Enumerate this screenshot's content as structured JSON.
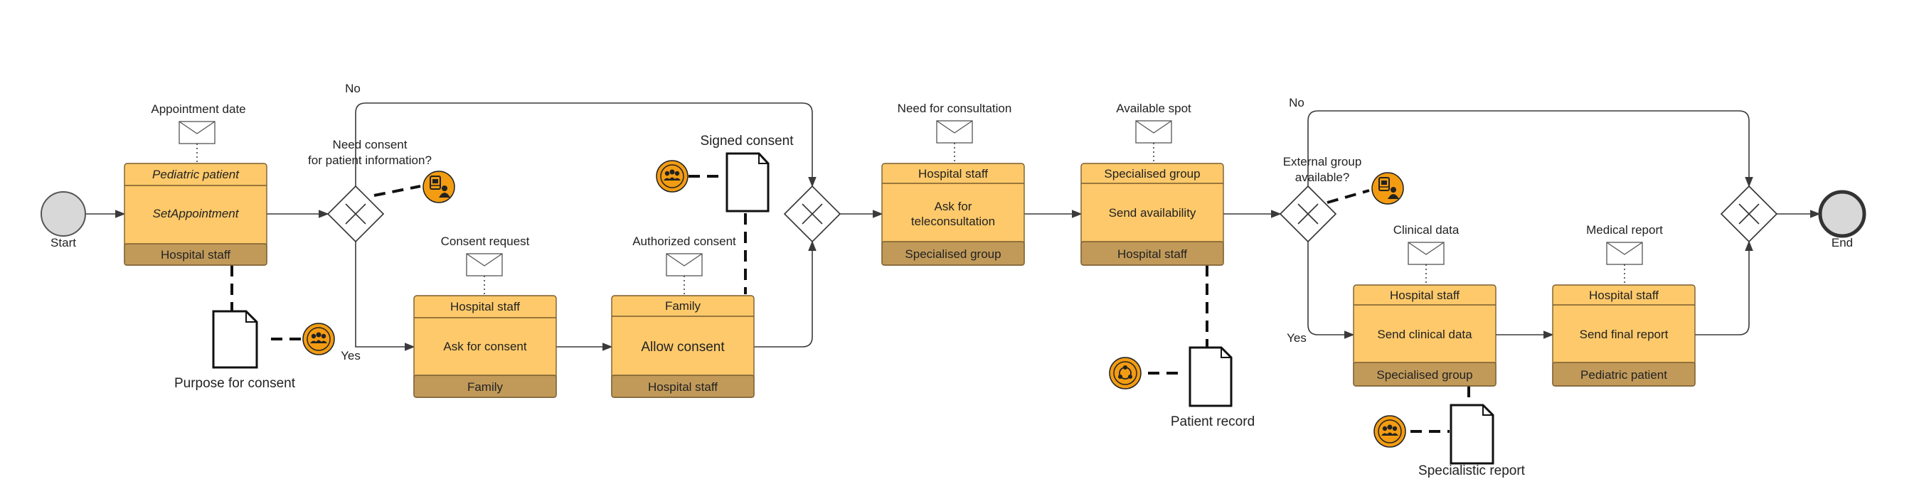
{
  "events": {
    "start_label": "Start",
    "end_label": "End"
  },
  "tasks": {
    "set_appointment": {
      "header": "Pediatric patient",
      "title": "SetAppointment",
      "footer": "Hospital staff"
    },
    "ask_consent": {
      "header": "Hospital staff",
      "title": "Ask for consent",
      "footer": "Family"
    },
    "allow_consent": {
      "header": "Family",
      "title": "Allow consent",
      "footer": "Hospital staff"
    },
    "ask_teleconsultation": {
      "header": "Hospital staff",
      "title_line1": "Ask for",
      "title_line2": "teleconsultation",
      "footer": "Specialised group"
    },
    "send_availability": {
      "header": "Specialised group",
      "title": "Send availability",
      "footer": "Hospital staff"
    },
    "send_clinical_data": {
      "header": "Hospital staff",
      "title": "Send clinical data",
      "footer": "Specialised group"
    },
    "send_final_report": {
      "header": "Hospital staff",
      "title": "Send final report",
      "footer": "Pediatric patient"
    }
  },
  "messages": {
    "appointment_date": "Appointment date",
    "consent_request": "Consent request",
    "authorized_consent": "Authorized consent",
    "need_consultation": "Need for consultation",
    "available_spot": "Available spot",
    "clinical_data": "Clinical data",
    "medical_report": "Medical report"
  },
  "gateways": {
    "consent": {
      "line1": "Need consent",
      "line2": "for patient information?",
      "yes": "Yes",
      "no": "No"
    },
    "external": {
      "line1": "External group",
      "line2": "available?",
      "yes": "Yes",
      "no": "No"
    }
  },
  "documents": {
    "purpose_for_consent": "Purpose for consent",
    "signed_consent": "Signed consent",
    "patient_record": "Patient record",
    "specialistic_report": "Specialistic report"
  },
  "icons": {
    "people": "people-group-icon",
    "device": "device-user-icon",
    "cycle": "cycle-people-icon"
  }
}
